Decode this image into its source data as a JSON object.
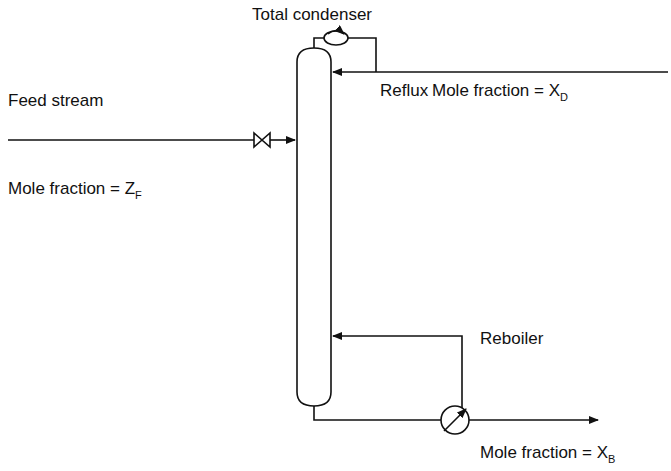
{
  "diagram": {
    "labels": [
      "Total condenser",
      "Reflux",
      "Mole fraction = XD",
      "Feed stream",
      "Mole fraction = ZF",
      "Reboiler",
      "Mole fraction = XB"
    ]
  }
}
